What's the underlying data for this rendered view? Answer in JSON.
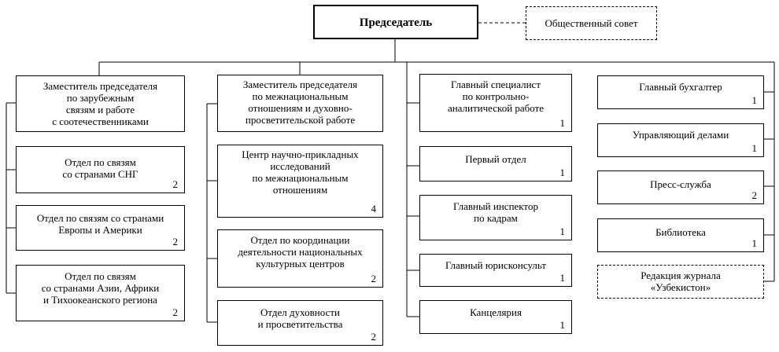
{
  "chairman": {
    "label": "Председатель"
  },
  "public_council": {
    "label": "Общественный совет"
  },
  "column1": {
    "head": {
      "label": "Заместитель председателя\nпо зарубежным\nсвязям и работе\nс соотечественниками"
    },
    "units": [
      {
        "label": "Отдел по связям\nсо странами СНГ",
        "count": "2"
      },
      {
        "label": "Отдел по связям со странами\nЕвропы и Америки",
        "count": "2"
      },
      {
        "label": "Отдел по связям\nсо странами Азии, Африки\nи Тихоокеанского региона",
        "count": "2"
      }
    ]
  },
  "column2": {
    "head": {
      "label": "Заместитель председателя\nпо межнациональным\nотношениям и духовно-\nпросветительской работе"
    },
    "units": [
      {
        "label": "Центр научно-прикладных\nисследований\nпо межнациональным\nотношениям",
        "count": "4"
      },
      {
        "label": "Отдел по координации\nдеятельности национальных\nкультурных центров",
        "count": "2"
      },
      {
        "label": "Отдел духовности\nи просветительства",
        "count": "2"
      }
    ]
  },
  "column3": {
    "units": [
      {
        "label": "Главный специалист\nпо контрольно-\nаналитической работе",
        "count": "1"
      },
      {
        "label": "Первый отдел",
        "count": "1"
      },
      {
        "label": "Главный инспектор\nпо кадрам",
        "count": "1"
      },
      {
        "label": "Главный юрисконсульт",
        "count": "1"
      },
      {
        "label": "Канцелярия",
        "count": "1"
      }
    ]
  },
  "column4": {
    "units": [
      {
        "label": "Главный бухгалтер",
        "count": "1"
      },
      {
        "label": "Управляющий делами",
        "count": "1"
      },
      {
        "label": "Пресс-служба",
        "count": "2"
      },
      {
        "label": "Библиотека",
        "count": "1"
      }
    ],
    "journal": {
      "label": "Редакция журнала\n«Узбекистон»"
    }
  }
}
